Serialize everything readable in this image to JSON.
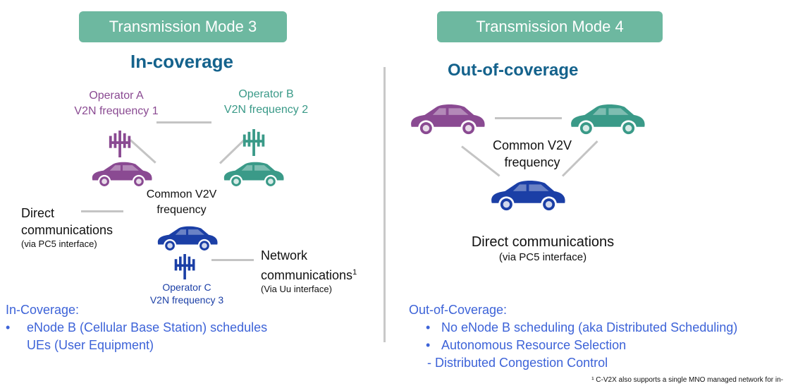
{
  "left": {
    "banner": "Transmission Mode 3",
    "title": "In-coverage",
    "operator_a": {
      "name": "Operator A",
      "freq": "V2N frequency 1"
    },
    "operator_b": {
      "name": "Operator B",
      "freq": "V2N frequency 2"
    },
    "operator_c": {
      "name": "Operator C",
      "freq": "V2N frequency 3"
    },
    "common_v2v_line1": "Common V2V",
    "common_v2v_line2": "frequency",
    "direct_line1": "Direct",
    "direct_line2": "communications",
    "direct_sub": "(via PC5 interface)",
    "network_line1": "Network",
    "network_line2": "communications",
    "network_sup": "1",
    "network_sub": "(Via Uu interface)",
    "summary_heading": "In-Coverage:",
    "bullet_marker": "•",
    "bullet_line1": "eNode B (Cellular Base Station) schedules",
    "bullet_line2": "UEs (User Equipment)"
  },
  "right": {
    "banner": "Transmission Mode 4",
    "title": "Out-of-coverage",
    "common_v2v_line1": "Common V2V",
    "common_v2v_line2": "frequency",
    "direct": "Direct communications",
    "direct_sub": "(via PC5 interface)",
    "summary_heading": "Out-of-Coverage:",
    "bullets": [
      "No eNode B scheduling (aka Distributed Scheduling)",
      "Autonomous Resource Selection"
    ],
    "sub_item": "- Distributed Congestion Control"
  },
  "footnote": "¹ C-V2X also supports a single MNO managed network for in-",
  "colors": {
    "banner": "#6db8a0",
    "title": "#14628c",
    "purple": "#8a4a92",
    "teal": "#3a9a88",
    "blue": "#1b3fa6",
    "body_blue": "#3d63d8",
    "connector": "#c4c4c4"
  }
}
